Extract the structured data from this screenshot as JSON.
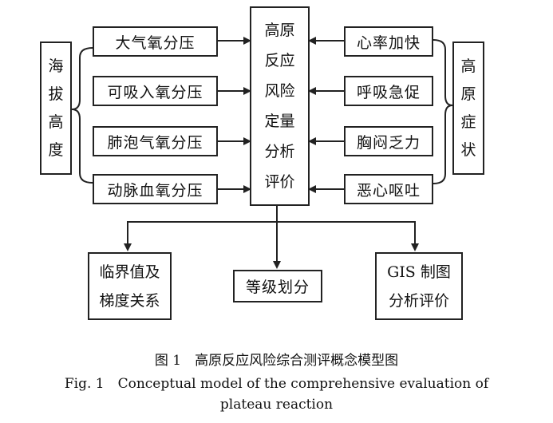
{
  "left_group": {
    "label": "海拔高度",
    "items": [
      "大气氧分压",
      "可吸入氧分压",
      "肺泡气氧分压",
      "动脉血氧分压"
    ]
  },
  "center": {
    "label": "高原反应风险定量分析评价"
  },
  "right_group": {
    "label": "高原症状",
    "items": [
      "心率加快",
      "呼吸急促",
      "胸闷乏力",
      "恶心呕吐"
    ]
  },
  "outputs": [
    "临界值及梯度关系",
    "等级划分",
    "GIS 制图分析评价"
  ],
  "caption": {
    "cn": "图 1　高原反应风险综合测评概念模型图",
    "en_line1": "Fig. 1　Conceptual model of the comprehensive evaluation of",
    "en_line2": "plateau reaction"
  }
}
